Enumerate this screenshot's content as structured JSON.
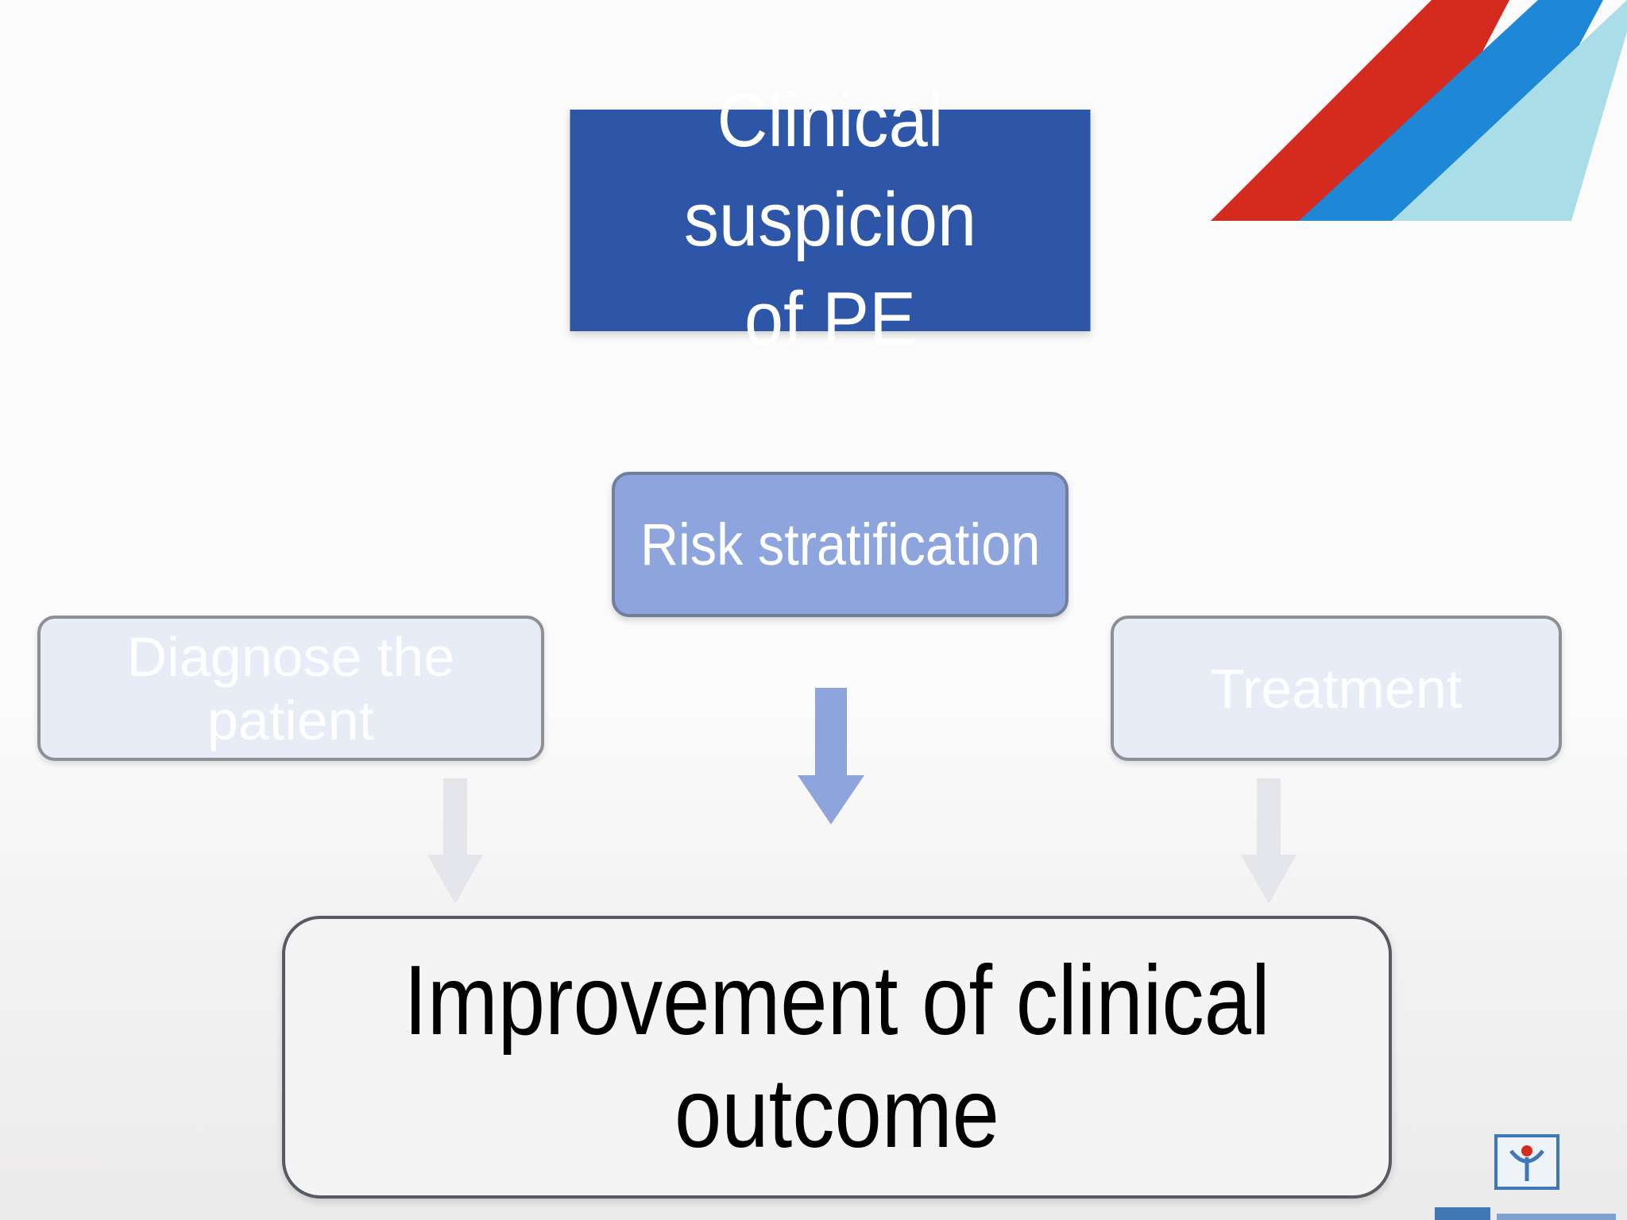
{
  "slide": {
    "title_box": {
      "line1": "Clinical suspicion",
      "line2": "of PE"
    },
    "risk_box": "Risk stratification",
    "diagnose_box": "Diagnose the patient",
    "treatment_box": "Treatment",
    "outcome_box": "Improvement of clinical outcome"
  },
  "colors": {
    "title_fill": "#2e56a8",
    "risk_fill": "#8ea4dc",
    "faded_fill": "#e8ecf7",
    "arrow_active": "#8ea4dc",
    "arrow_faded": "#e4e6ec",
    "stripe_red": "#d52b1e",
    "stripe_blue": "#1e88d6",
    "stripe_light": "#a9dde8"
  },
  "icons": {
    "logo": "society-logo-icon"
  }
}
